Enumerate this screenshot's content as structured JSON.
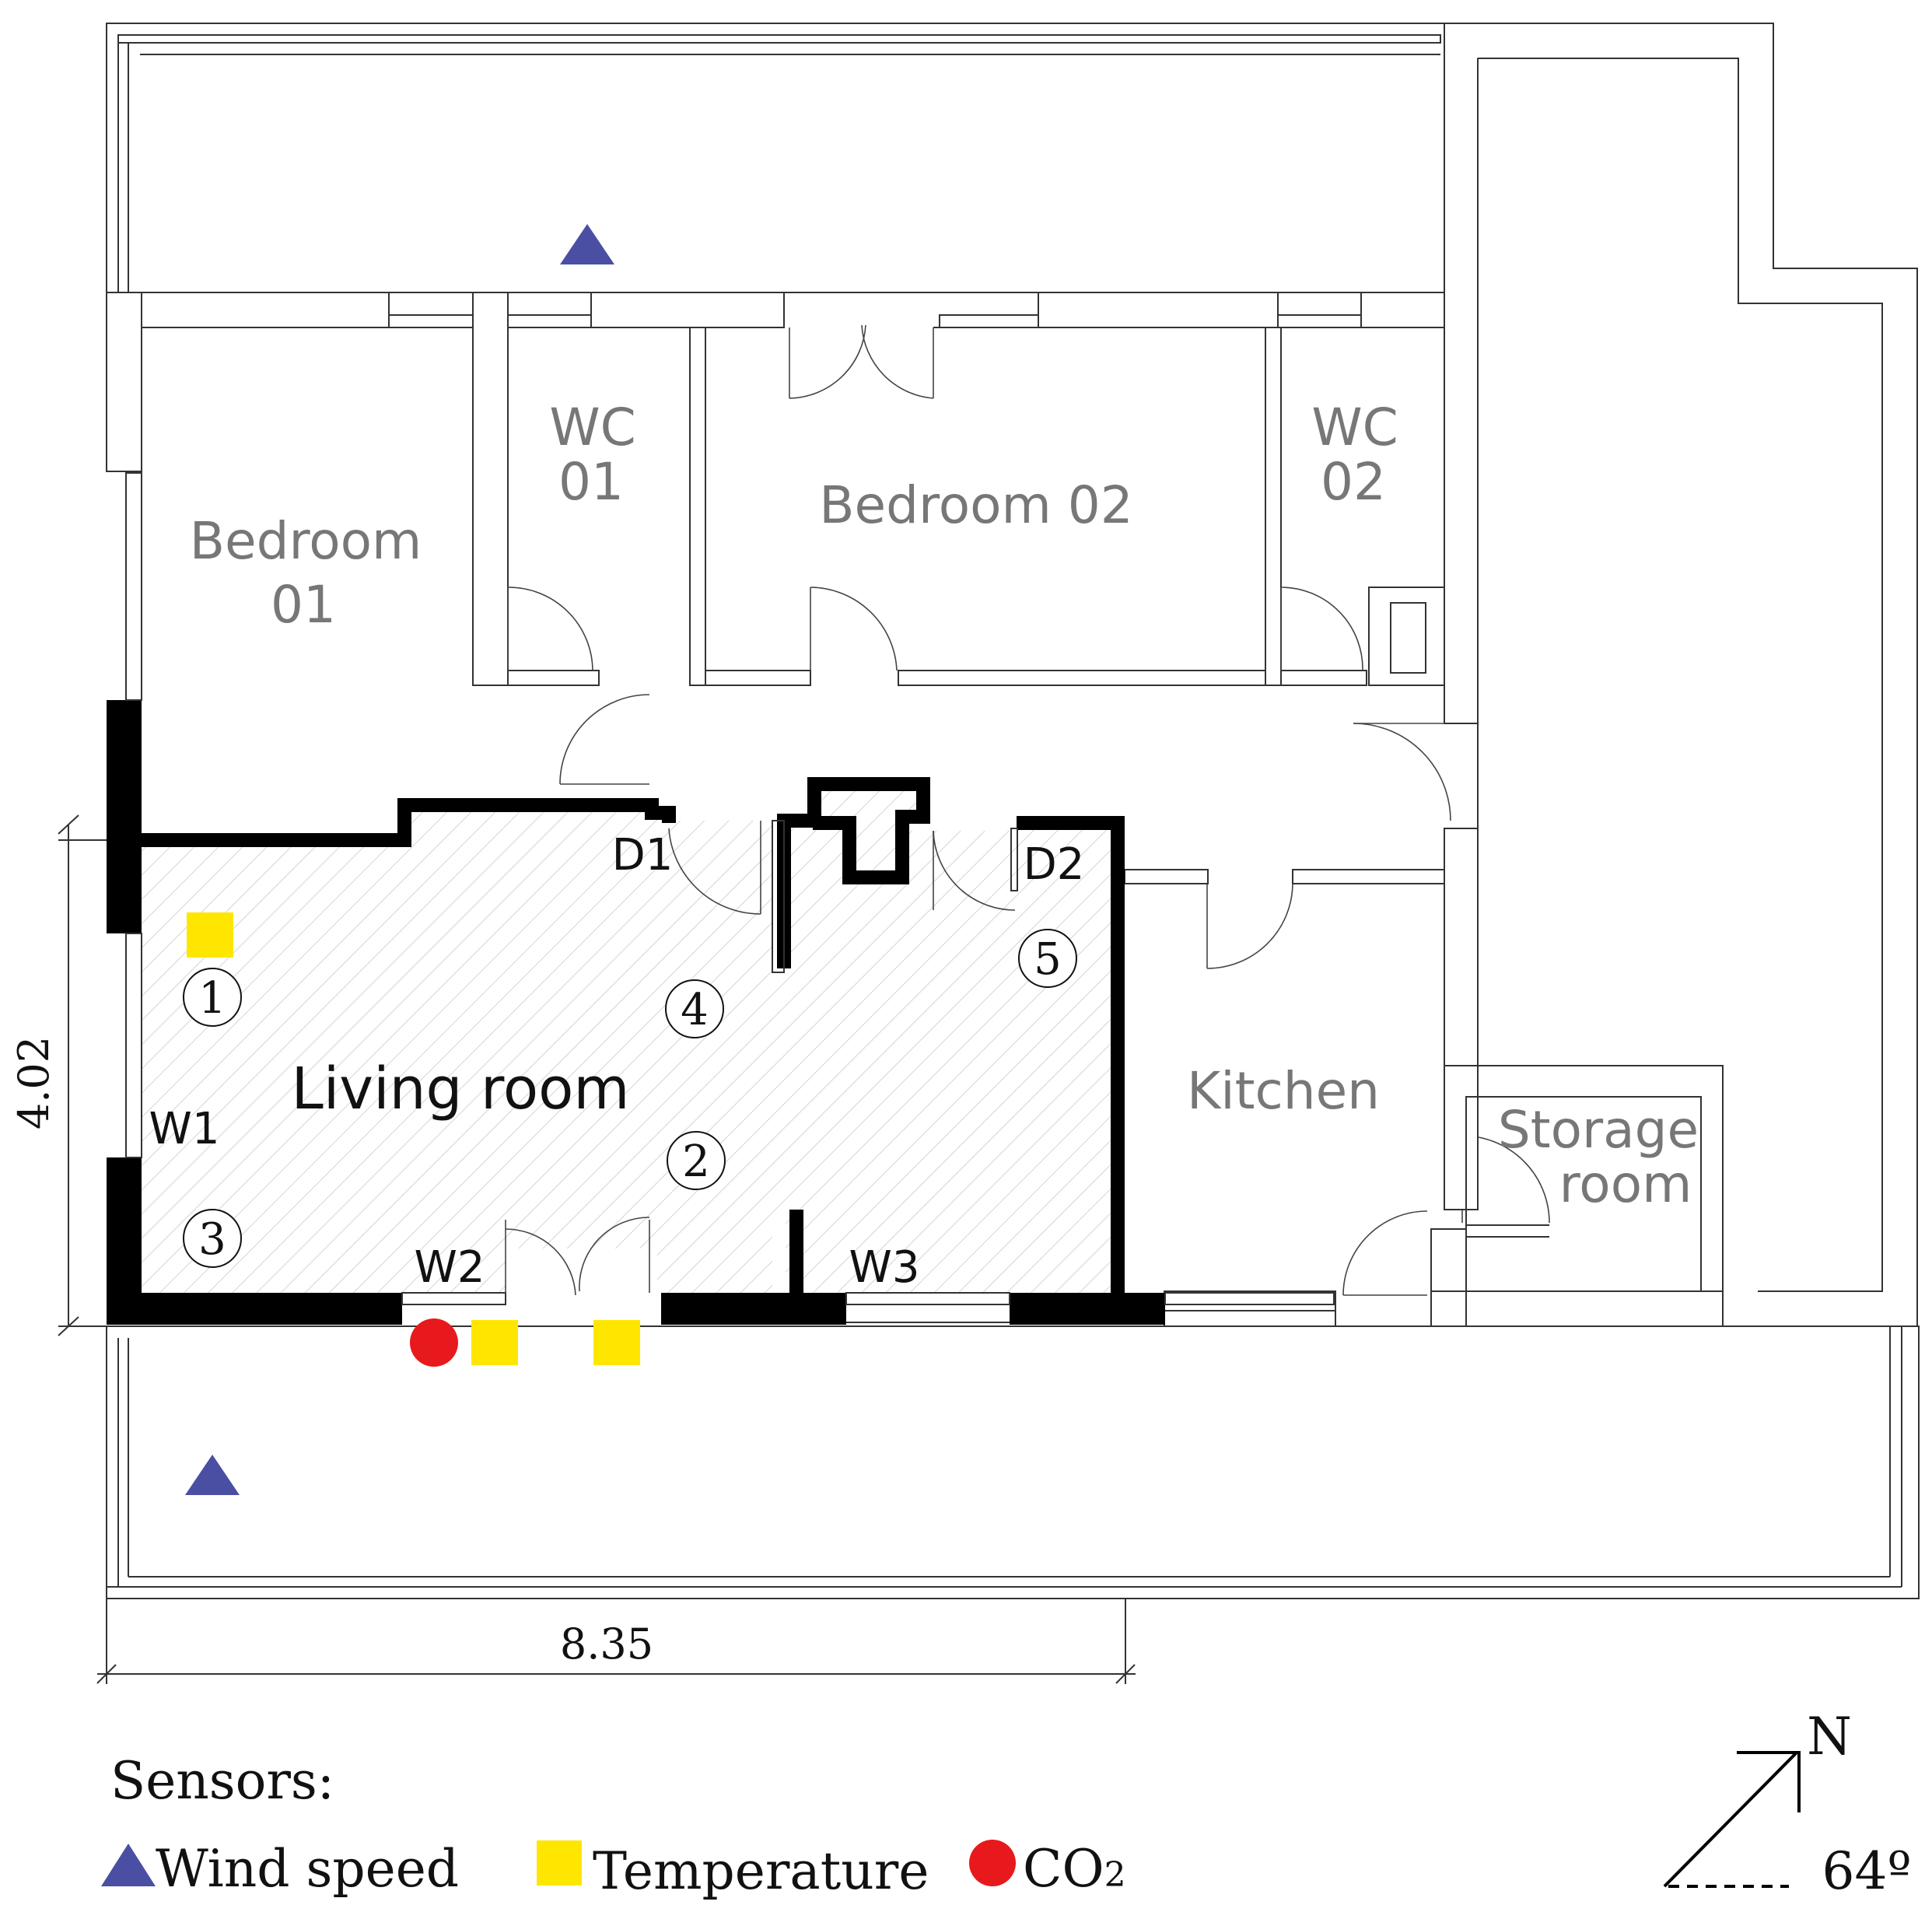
{
  "rooms": {
    "bedroom_01": [
      "Bedroom",
      "01"
    ],
    "wc_01": [
      "WC",
      "01"
    ],
    "bedroom_02": "Bedroom 02",
    "wc_02": [
      "WC",
      "02"
    ],
    "living_room": "Living room",
    "kitchen": "Kitchen",
    "storage_room": [
      "Storage",
      "room"
    ]
  },
  "openings": {
    "d1": "D1",
    "d2": "D2",
    "w1": "W1",
    "w2": "W2",
    "w3": "W3"
  },
  "measurement_points": [
    "1",
    "2",
    "3",
    "4",
    "5"
  ],
  "dimensions": {
    "height": "4.02",
    "width": "8.35"
  },
  "compass": {
    "north": "N",
    "angle": "64º"
  },
  "legend": {
    "title": "Sensors:",
    "items": [
      {
        "label": "Wind speed",
        "symbol": "triangle",
        "color": "#4a4fa3"
      },
      {
        "label": "Temperature",
        "symbol": "square",
        "color": "#ffe600"
      },
      {
        "label": "CO",
        "subscript": "2",
        "symbol": "circle",
        "color": "#e8191c"
      }
    ]
  },
  "colors": {
    "wind": "#4a4fa3",
    "temperature": "#ffe600",
    "co2": "#e8191c",
    "walls_studied": "#000000",
    "walls_other": "#333333"
  }
}
